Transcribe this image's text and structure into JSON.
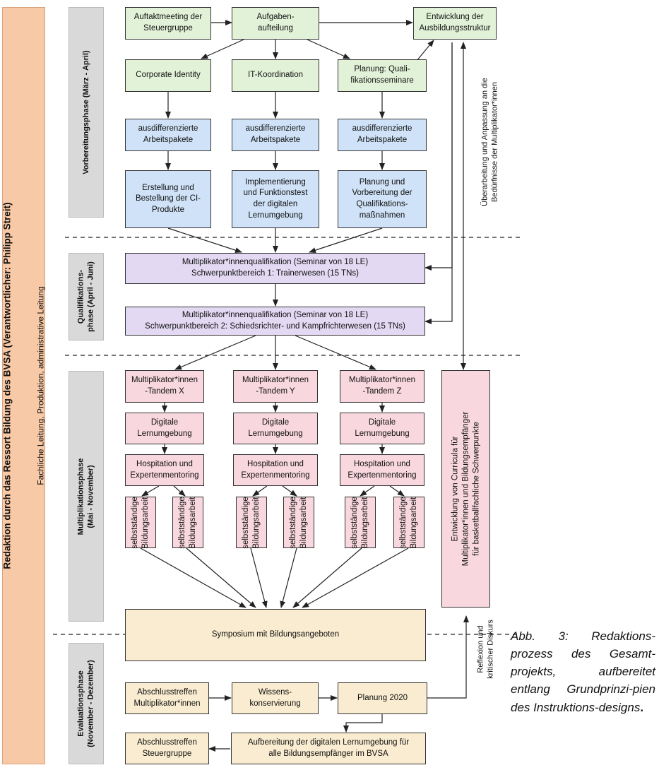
{
  "sidebar": {
    "title": "Redaktion durch das Ressort Bildung des BVSA (Verantwortlicher: Philipp Streit)",
    "subtitle": "Fachliche Leitung, Produktion, administrative Leitung"
  },
  "phases": {
    "prep": "Vorbereitungsphase (März - April)",
    "qual": "Qualifikations-\nphase (April - Juni)",
    "mult": "Multiplikationsphase\n(Mai - November)",
    "eval": "Evaluationsphase\n(November - Dezember)"
  },
  "nodes": {
    "kickoff": "Auftaktmeeting der\nSteuergruppe",
    "tasks": "Aufgaben-\naufteilung",
    "structure": "Entwicklung der\nAusbildungsstruktur",
    "ci": "Corporate Identity",
    "it": "IT-Koordination",
    "planning": "Planung: Quali-\nfikationsseminare",
    "pkg1": "ausdifferenzierte\nArbeitspakete",
    "pkg2": "ausdifferenzierte\nArbeitspakete",
    "pkg3": "ausdifferenzierte\nArbeitspakete",
    "ci_products": "Erstellung und\nBestellung der CI-\nProdukte",
    "impl": "Implementierung\nund Funktionstest\nder digitalen\nLernumgebung",
    "prep_measures": "Planung und\nVorbereitung der\nQualifikations-\nmaßnahmen",
    "seminar1": "Multiplikator*innenqualifikation (Seminar von 18 LE)\nSchwerpunktbereich 1: Trainerwesen (15 TNs)",
    "seminar2": "Multiplikator*innenqualifikation (Seminar von 18 LE)\nSchwerpunktbereich 2: Schiedsrichter- und Kampfrichterwesen (15 TNs)",
    "tandem_x": "Multiplikator*innen\n-Tandem X",
    "tandem_y": "Multiplikator*innen\n-Tandem Y",
    "tandem_z": "Multiplikator*innen\n-Tandem Z",
    "digital_x": "Digitale\nLernumgebung",
    "digital_y": "Digitale\nLernumgebung",
    "digital_z": "Digitale\nLernumgebung",
    "hosp_x": "Hospitation und\nExpertenmentoring",
    "hosp_y": "Hospitation und\nExpertenmentoring",
    "hosp_z": "Hospitation und\nExpertenmentoring",
    "self_work": "selbstständige\nBildungsarbeit",
    "curricula": "Entwicklung von Curricula für\nMultiplikator*innen und Bildungsempfänger\nfür basketballfachliche Schwerpunkte",
    "symposium": "Symposium mit Bildungsangeboten",
    "final_multi": "Abschlusstreffen\nMultiplikator*innen",
    "knowledge": "Wissens-\nkonservierung",
    "plan2020": "Planung 2020",
    "final_steer": "Abschlusstreffen\nSteuergruppe",
    "rework": "Aufbereitung der digitalen Lernumgebung für\nalle Bildungsempfänger im BVSA"
  },
  "annotations": {
    "review": "Überarbeitung und Anpassung an die\nBedürfnisse der Multiplikator*innen",
    "reflection": "Reflexion und\nkritischer Diskurs"
  },
  "caption": {
    "text": "Abb. 3: Redaktions-prozess des Gesamt-projekts, aufbereitet entlang Grundprinzi-pien des Instruktions-designs",
    "end": "."
  }
}
